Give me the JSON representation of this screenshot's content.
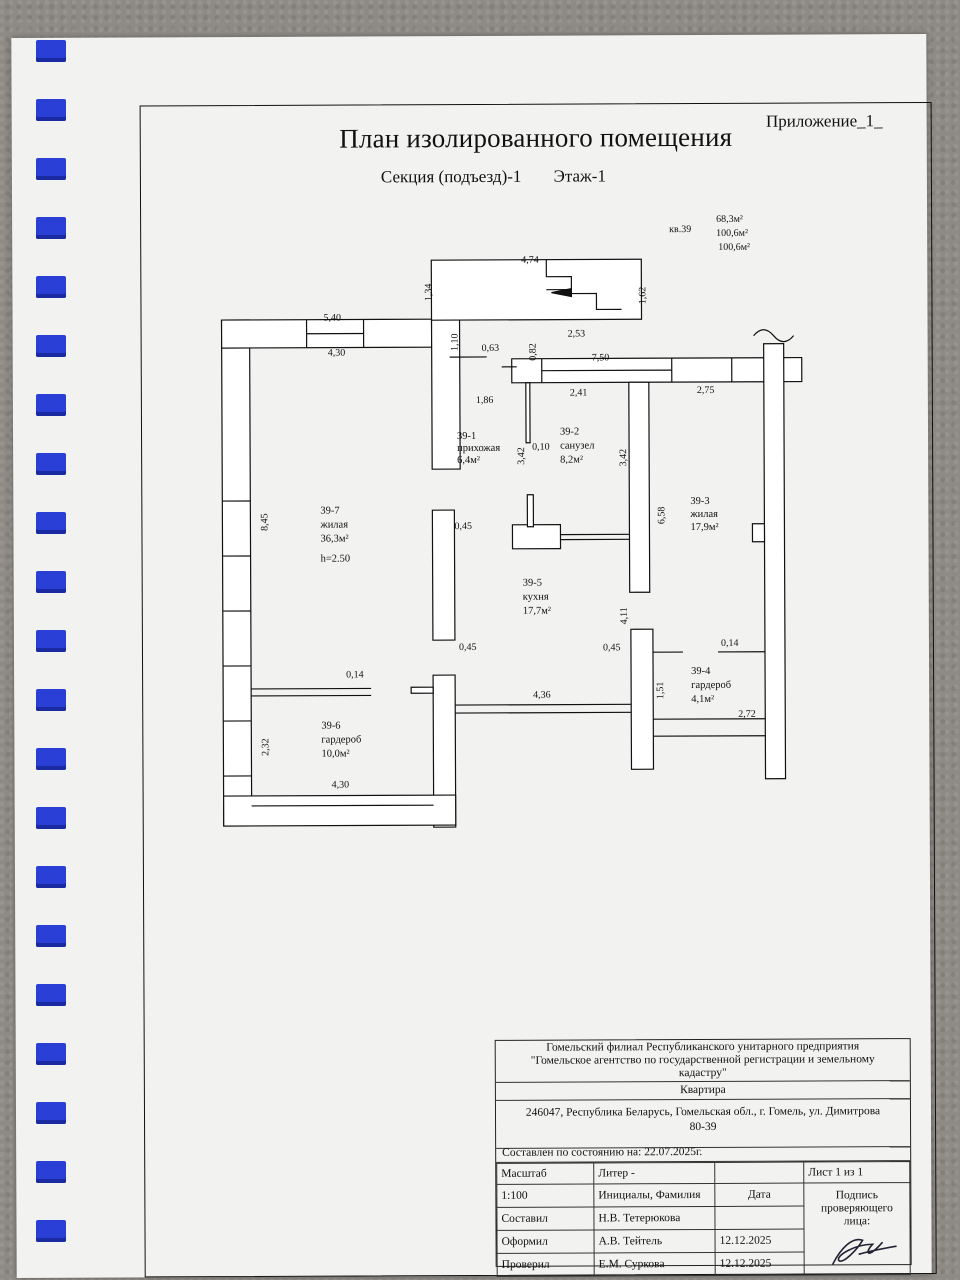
{
  "header": {
    "title": "План изолированного помещения",
    "appendix": "Приложение_1_",
    "section": "Секция (подъезд)-1",
    "floor": "Этаж-1"
  },
  "apartment": {
    "label": "кв.39",
    "area_living": "68,3м²",
    "area_total": "100,6м²",
    "area_total2": "100,6м²"
  },
  "rooms": [
    {
      "id": "39-1",
      "name": "прихожая",
      "area": "6,4м²"
    },
    {
      "id": "39-2",
      "name": "санузел",
      "area": "8,2м²"
    },
    {
      "id": "39-3",
      "name": "жилая",
      "area": "17,9м²"
    },
    {
      "id": "39-4",
      "name": "гардероб",
      "area": "4,1м²"
    },
    {
      "id": "39-5",
      "name": "кухня",
      "area": "17,7м²"
    },
    {
      "id": "39-6",
      "name": "гардероб",
      "area": "10,0м²"
    },
    {
      "id": "39-7",
      "name": "жилая",
      "area": "36,3м²",
      "height": "h=2.50"
    }
  ],
  "dimensions": {
    "d474": "4,74",
    "d134": "1,34",
    "d162": "1,62",
    "d540": "5,40",
    "d430a": "4,30",
    "d110": "1,10",
    "d063": "0,63",
    "d082": "0,82",
    "d253": "2,53",
    "d750": "7,50",
    "d186": "1,86",
    "d241": "2,41",
    "d275": "2,75",
    "d342a": "3,42",
    "d010": "0,10",
    "d342b": "3,42",
    "d845": "8,45",
    "d045a": "0,45",
    "d658": "6,58",
    "d045b": "0,45",
    "d411": "4,11",
    "d045c": "0,45",
    "d014a": "0,14",
    "d014b": "0,14",
    "d436": "4,36",
    "d151": "1,51",
    "d272": "2,72",
    "d232": "2,32",
    "d430b": "4,30"
  },
  "stamp": {
    "org_line1": "Гомельский филиал Республиканского унитарного предприятия",
    "org_line2": "\"Гомельское агентство по государственной регистрации и земельному",
    "org_line3": "кадастру\"",
    "kind": "Квартира",
    "address_line1": "246047, Республика Беларусь, Гомельская обл., г. Гомель, ул. Димитрова",
    "address_line2": "80-39",
    "compiled": "Составлен по состоянию на:  22.07.2025г.",
    "scale_label": "Масштаб",
    "liter": "Литер -",
    "sheet": "Лист  1  из 1",
    "scale_value": "1:100",
    "names_header": "Инициалы, Фамилия",
    "date_header": "Дата",
    "signature_header": "Подпись проверяющего лица:",
    "rows": [
      {
        "role": "Составил",
        "name": "Н.В. Тетерюкова",
        "date": ""
      },
      {
        "role": "Оформил",
        "name": "А.В. Тейтель",
        "date": "12.12.2025"
      },
      {
        "role": "Проверил",
        "name": "Е.М. Суркова",
        "date": "12.12.2025"
      }
    ]
  }
}
